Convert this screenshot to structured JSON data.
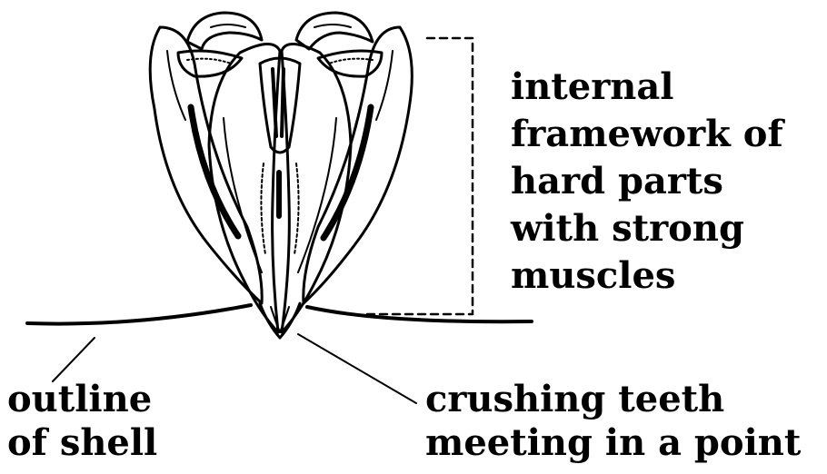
{
  "labels": {
    "framework": [
      "internal",
      "framework of",
      "hard parts",
      "with strong",
      "muscles"
    ],
    "shell": [
      "outline",
      "of shell"
    ],
    "teeth": [
      "crushing teeth",
      "meeting in a point"
    ]
  },
  "colors": {
    "ink": "#000000",
    "paper": "#ffffff"
  }
}
